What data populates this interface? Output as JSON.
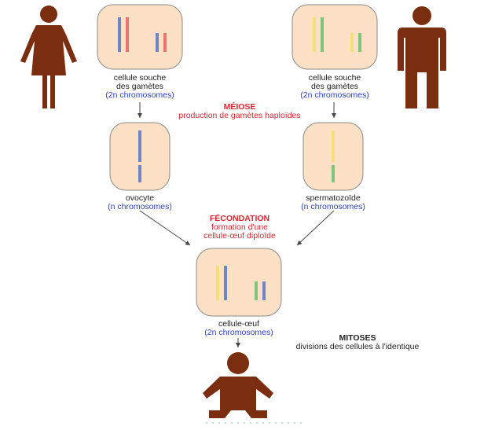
{
  "colors": {
    "female": "#7b2d10",
    "male": "#7b2d10",
    "cell_fill": "#fbe0c5",
    "cell_stroke": "#8a8a8a",
    "chrom_blue": "#6f86c6",
    "chrom_red": "#ee7474",
    "chrom_yellow": "#f3e07a",
    "chrom_green": "#7ec57a",
    "text_blue": "#2a3fcf",
    "text_red": "#e0242b",
    "arrow": "#444444"
  },
  "icons": {
    "female": "woman-silhouette-icon",
    "male": "man-silhouette-icon",
    "baby": "baby-silhouette-icon"
  },
  "labels": {
    "mother_cell": {
      "line1": "cellule souche",
      "line2": "des gamètes",
      "line3": "(2n chromosomes)"
    },
    "father_cell": {
      "line1": "cellule souche",
      "line2": "des gamètes",
      "line3": "(2n chromosomes)"
    },
    "meiosis": {
      "title": "MÉIOSE",
      "subtitle": "production de gamètes haploïdes"
    },
    "oocyte": {
      "line1": "ovocyte",
      "line2": "(n chromosomes)"
    },
    "sperm": {
      "line1": "spermatozoïde",
      "line2": "(n chromosomes)"
    },
    "fertilization": {
      "title": "FÉCONDATION",
      "line1": "formation d'une",
      "line2": "cellule-œuf diploïde"
    },
    "zygote": {
      "line1": "cellule-œuf",
      "line2": "(2n chromosomes)"
    },
    "mitosis": {
      "title": "MITOSES",
      "subtitle": "divisions des cellules à l'identique"
    }
  }
}
